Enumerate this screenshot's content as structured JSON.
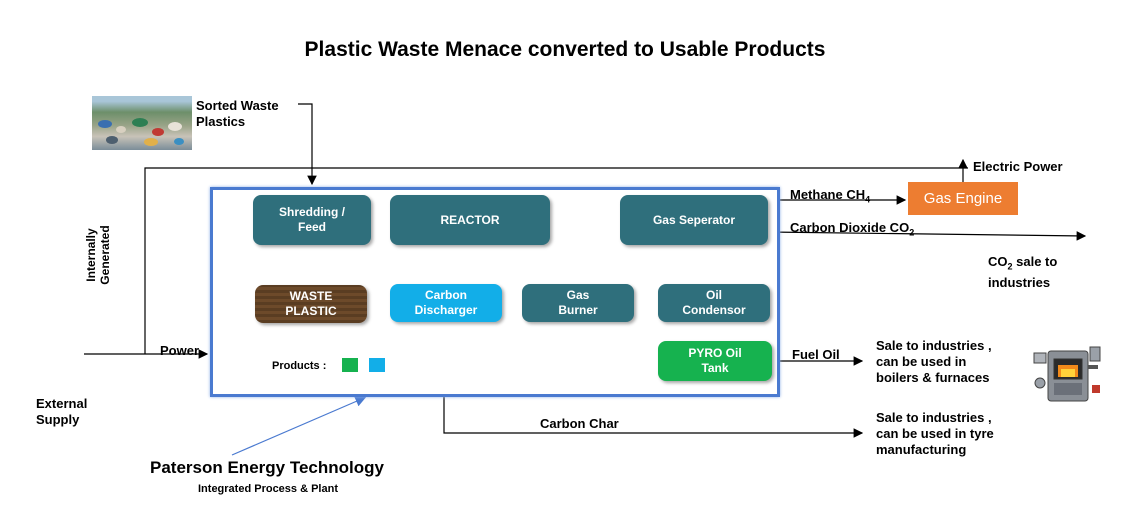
{
  "title": "Plastic Waste Menace converted to Usable Products",
  "inputs": {
    "sorted_waste": "Sorted Waste\nPlastics",
    "internally_generated": "Internally\nGenerated",
    "power": "Power",
    "external_supply": "External\nSupply"
  },
  "process": {
    "shredding": "Shredding /\nFeed",
    "reactor": "REACTOR",
    "gas_separator": "Gas Seperator",
    "waste_plastic": "WASTE\nPLASTIC",
    "carbon_discharger": "Carbon\nDischarger",
    "gas_burner": "Gas\nBurner",
    "oil_condensor": "Oil\nCondensor",
    "pyro_oil_tank": "PYRO Oil\nTank",
    "products_label": "Products :"
  },
  "outputs": {
    "gas_engine": "Gas Engine",
    "electric_power": "Electric Power",
    "methane": "Methane CH",
    "methane_sub": "4",
    "co2_line": "Carbon Dioxide CO",
    "co2_line_sub": "2",
    "co2_sale_prefix": "CO",
    "co2_sale_sub": "2",
    "co2_sale_rest": " sale to\nindustries",
    "fuel_oil": "Fuel Oil",
    "fuel_oil_sale": "Sale to industries ,\ncan be used in\nboilers & furnaces",
    "carbon_char": "Carbon Char",
    "carbon_char_sale": "Sale to industries ,\ncan be used in tyre\nmanufacturing"
  },
  "footer": {
    "company": "Paterson Energy Technology",
    "subtitle": "Integrated Process & Plant"
  },
  "colors": {
    "process_box": "#2f6f7c",
    "product_green": "#16b24f",
    "product_cyan": "#12aee8",
    "gas_engine": "#ed7d31",
    "plant_border": "#4a7ad0",
    "flow_arrow": "#d9312b"
  }
}
